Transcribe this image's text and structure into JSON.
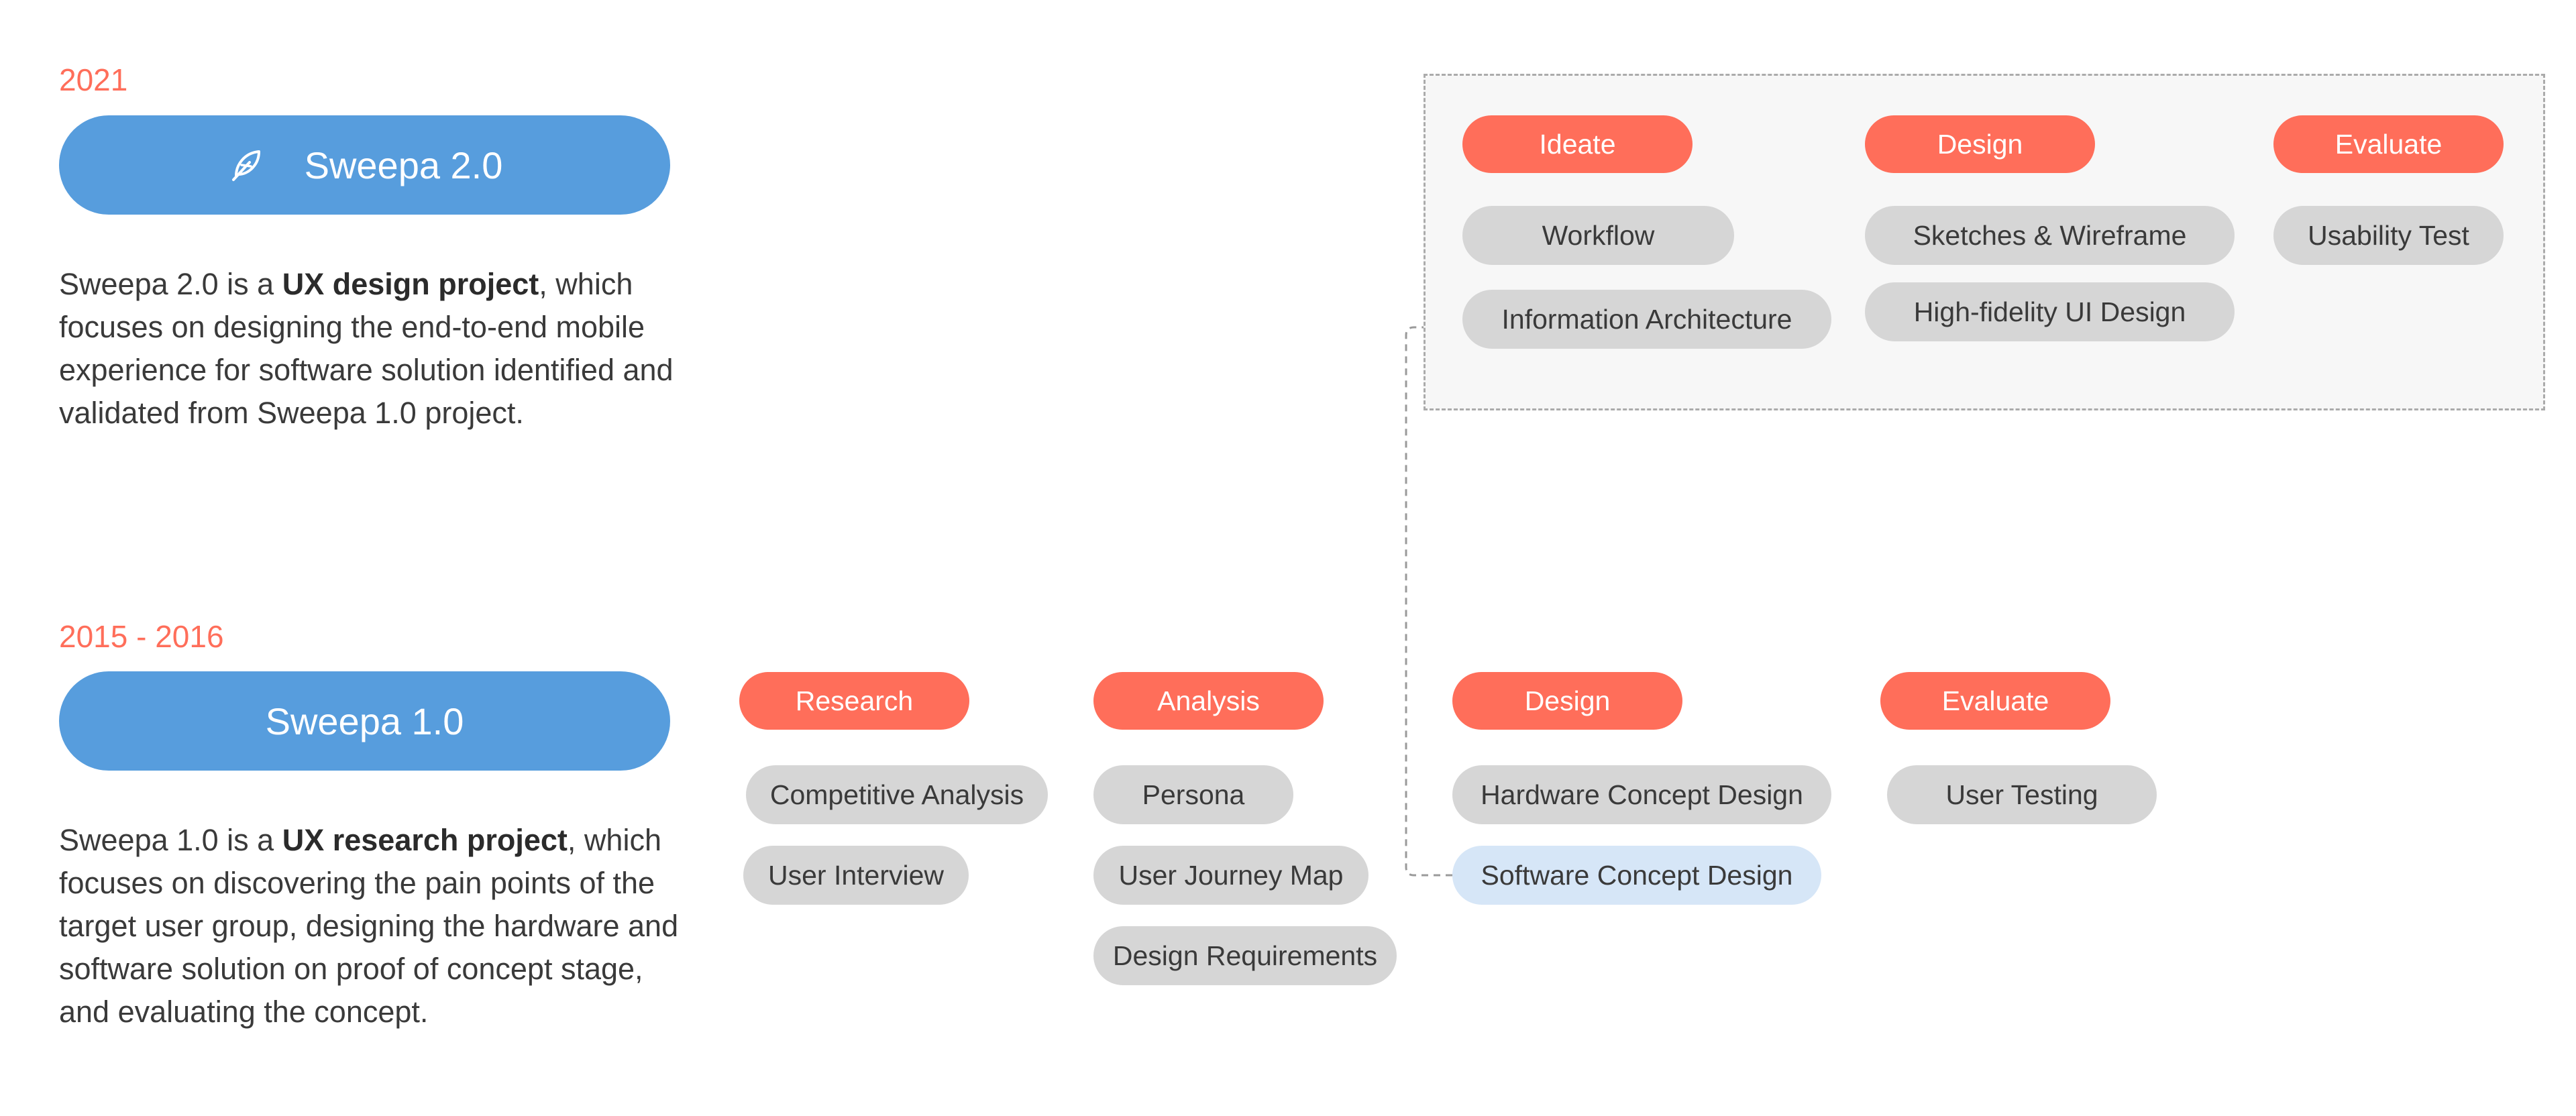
{
  "v2": {
    "year": "2021",
    "title": "Sweepa 2.0",
    "icon": "feather-pen-icon",
    "desc_pre": "Sweepa 2.0 is a ",
    "desc_bold": "UX design project",
    "desc_post": ", which focuses on designing the end-to-end mobile experience for software solution identified and validated from Sweepa 1.0 project.",
    "stages": [
      {
        "label": "Ideate",
        "items": [
          "Workflow",
          "Information Architecture"
        ]
      },
      {
        "label": "Design",
        "items": [
          "Sketches & Wireframe",
          "High-fidelity UI Design"
        ]
      },
      {
        "label": "Evaluate",
        "items": [
          "Usability Test"
        ]
      }
    ]
  },
  "v1": {
    "year": "2015 - 2016",
    "title": "Sweepa 1.0",
    "desc_pre": "Sweepa 1.0 is a ",
    "desc_bold": "UX research project",
    "desc_post": ", which focuses on discovering the pain points of the target user group, designing the hardware and software solution on proof of concept stage, and evaluating the concept.",
    "stages": [
      {
        "label": "Research",
        "items": [
          "Competitive Analysis",
          "User Interview"
        ]
      },
      {
        "label": "Analysis",
        "items": [
          "Persona",
          "User Journey Map",
          "Design Requirements"
        ]
      },
      {
        "label": "Design",
        "items": [
          "Hardware Concept Design",
          "Software Concept Design"
        ]
      },
      {
        "label": "Evaluate",
        "items": [
          "User Testing"
        ]
      }
    ]
  },
  "colors": {
    "accent": "#ff6e5a",
    "project_blue": "#579ddd",
    "item_gray": "#d6d6d6",
    "highlight": "#d6e6f7"
  }
}
